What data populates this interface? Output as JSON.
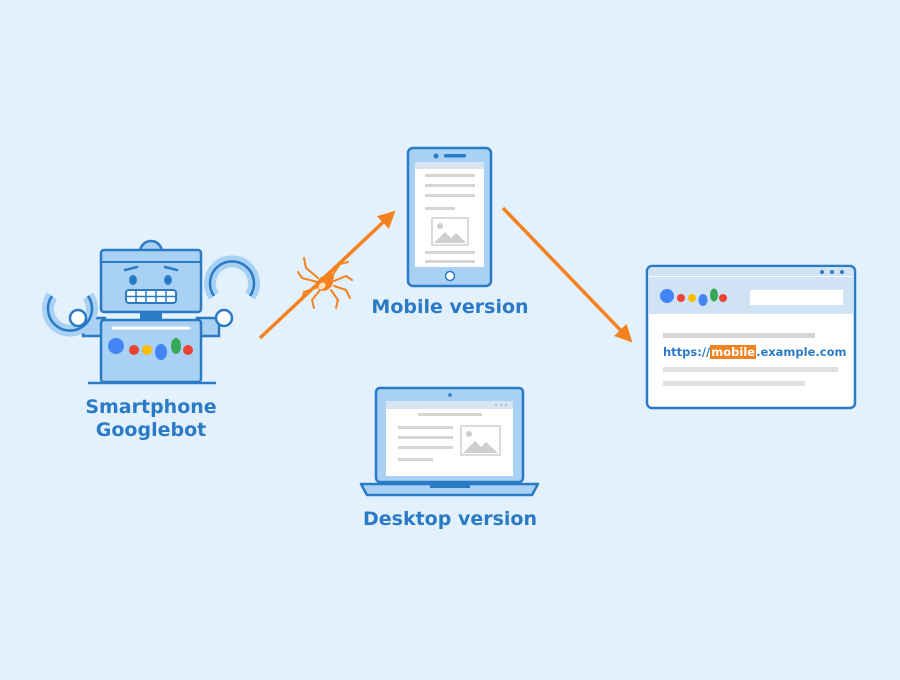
{
  "labels": {
    "bot_line1": "Smartphone",
    "bot_line2": "Googlebot",
    "mobile": "Mobile version",
    "desktop": "Desktop version"
  },
  "search_result": {
    "url_prefix": "https://",
    "url_highlight": "mobile",
    "url_suffix": ".example.com"
  },
  "colors": {
    "background": "#e3f1fc",
    "outline_blue": "#2a7ac6",
    "panel_fill": "#a9d1f3",
    "arrow_orange": "#f58220",
    "google_blue": "#4285f4",
    "google_red": "#ea4335",
    "google_yellow": "#fbbc05",
    "google_green": "#34a853"
  },
  "icons": [
    "googlebot-robot-icon",
    "spider-icon",
    "smartphone-icon",
    "laptop-icon",
    "browser-window-icon",
    "image-placeholder-icon",
    "google-logo-dots-icon"
  ]
}
